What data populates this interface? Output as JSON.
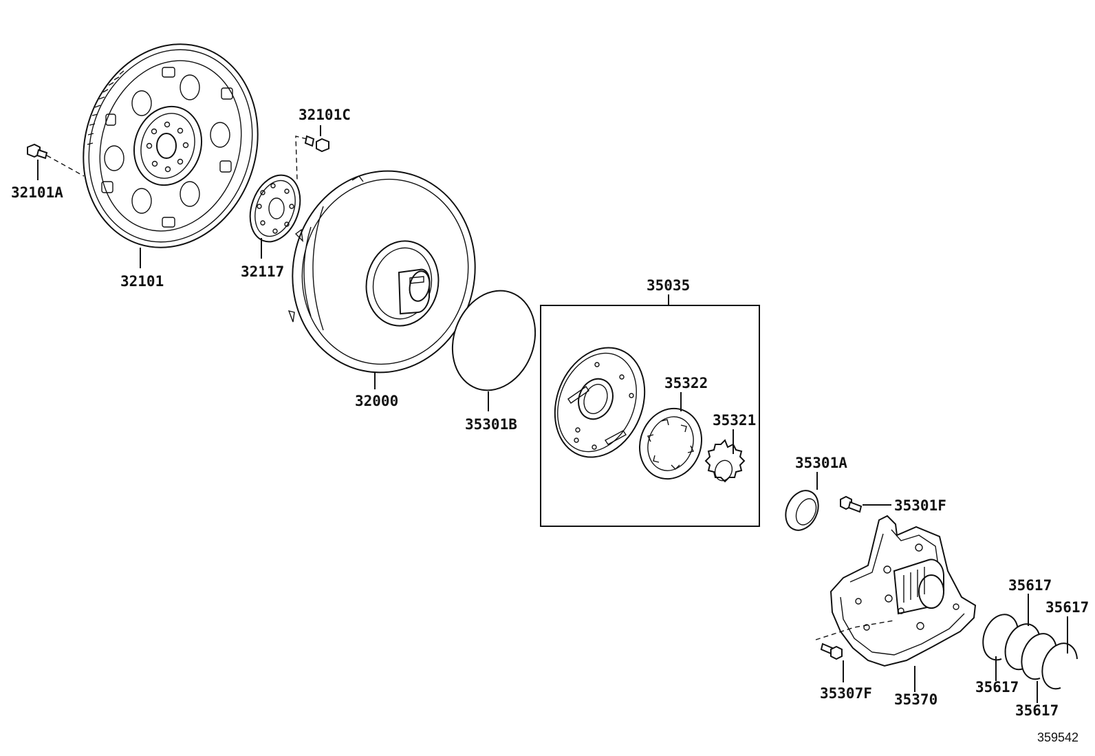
{
  "diagram": {
    "catalog_number": "359542",
    "callouts": [
      {
        "id": "c-32101A",
        "text": "32101A"
      },
      {
        "id": "c-32101",
        "text": "32101"
      },
      {
        "id": "c-32101C",
        "text": "32101C"
      },
      {
        "id": "c-32117",
        "text": "32117"
      },
      {
        "id": "c-32000",
        "text": "32000"
      },
      {
        "id": "c-35301B",
        "text": "35301B"
      },
      {
        "id": "c-35035",
        "text": "35035"
      },
      {
        "id": "c-35322",
        "text": "35322"
      },
      {
        "id": "c-35321",
        "text": "35321"
      },
      {
        "id": "c-35301A",
        "text": "35301A"
      },
      {
        "id": "c-35301F",
        "text": "35301F"
      },
      {
        "id": "c-35617-a",
        "text": "35617"
      },
      {
        "id": "c-35617-b",
        "text": "35617"
      },
      {
        "id": "c-35617-c",
        "text": "35617"
      },
      {
        "id": "c-35617-d",
        "text": "35617"
      },
      {
        "id": "c-35307F",
        "text": "35307F"
      },
      {
        "id": "c-35370",
        "text": "35370"
      }
    ]
  }
}
